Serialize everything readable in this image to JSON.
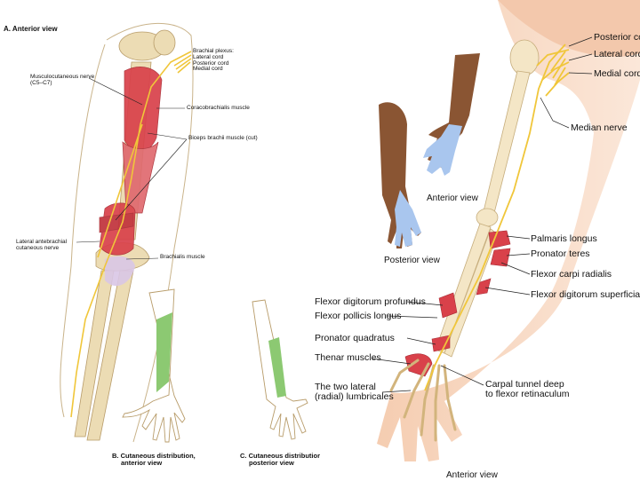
{
  "left": {
    "title": "A. Anterior view",
    "labels": {
      "brachial": [
        "Brachial plexus:",
        "Lateral cord",
        "Posterior cord",
        "Medial cord"
      ],
      "musculo": [
        "Musculocutaneous nerve",
        "(C5–C7)"
      ],
      "coraco": "Coracobrachialis muscle",
      "biceps": "Biceps brachii muscle (cut)",
      "lateral_ante": [
        "Lateral antebrachial",
        "cutaneous nerve"
      ],
      "brachialis": "Brachialis muscle"
    },
    "caption_b": [
      "B. Cutaneous distribution,",
      "anterior view"
    ],
    "caption_c": [
      "C. Cutaneous distributior",
      "posterior view"
    ]
  },
  "right": {
    "cords": [
      "Posterior cord",
      "Lateral cord",
      "Medial cord"
    ],
    "median": "Median nerve",
    "anterior_view_small": "Anterior view",
    "posterior_view_small": "Posterior view",
    "right_labels": [
      "Palmaris longus",
      "Pronator teres",
      "Flexor carpi radialis",
      "Flexor digitorum superficialis"
    ],
    "left_labels": [
      "Flexor digitorum profundus",
      "Flexor pollicis longus",
      "Pronator quadratus",
      "Thenar muscles"
    ],
    "lumbricals": [
      "The two lateral",
      "(radial) lumbricales"
    ],
    "carpal": [
      "Carpal tunnel deep",
      "to flexor retinaculum"
    ],
    "bottom": "Anterior view"
  },
  "colors": {
    "bone": "#ecdcb4",
    "muscle": "#d9414a",
    "nerve": "#f0c63a",
    "skin_dark": "#8a5533",
    "cutaneous_blue": "#a9c6ee",
    "cutaneous_green": "#8cc972",
    "skin_light": "#f7d9c4"
  }
}
